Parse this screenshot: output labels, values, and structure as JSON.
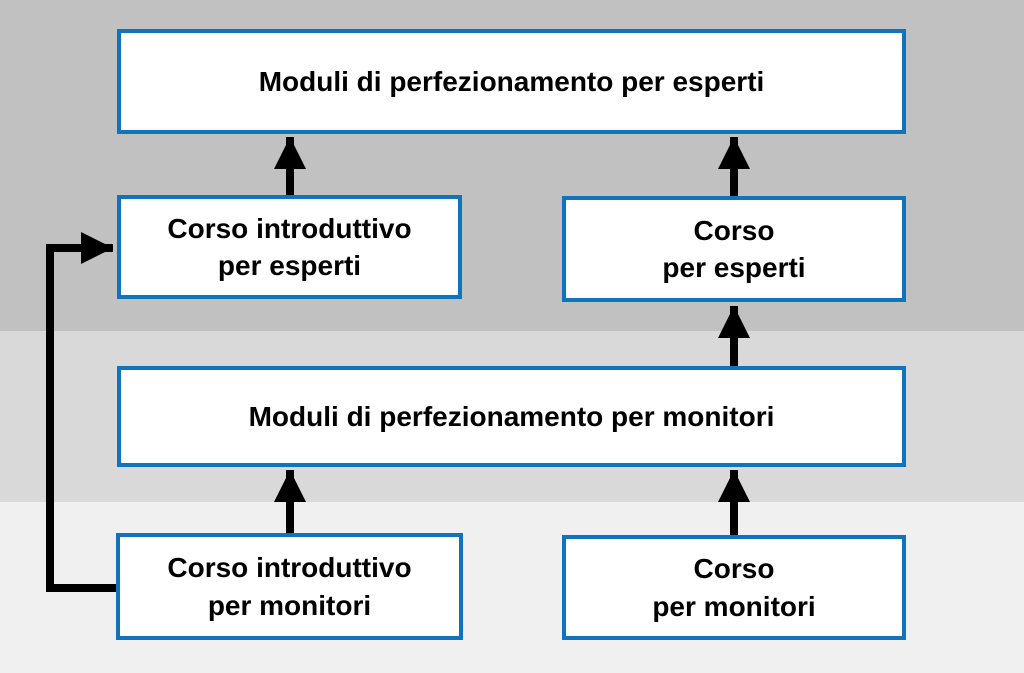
{
  "colors": {
    "band_top": "#c1c1c1",
    "band_middle": "#d9d9d9",
    "band_bottom": "#f0f0f0",
    "box_fill": "#ffffff",
    "box_border": "#1073bd",
    "arrow": "#000000",
    "text": "#000000"
  },
  "nodes": [
    {
      "id": "moduli-perfezionamento-esperti",
      "label": "Moduli di perfezionamento per esperti"
    },
    {
      "id": "corso-introduttivo-esperti",
      "label": "Corso introduttivo\nper esperti"
    },
    {
      "id": "corso-esperti",
      "label": "Corso\nper esperti"
    },
    {
      "id": "moduli-perfezionamento-monitori",
      "label": "Moduli di perfezionamento per monitori"
    },
    {
      "id": "corso-introduttivo-monitori",
      "label": "Corso introduttivo\nper monitori"
    },
    {
      "id": "corso-monitori",
      "label": "Corso\nper monitori"
    }
  ],
  "edges": [
    {
      "from": "corso-introduttivo-esperti",
      "to": "moduli-perfezionamento-esperti"
    },
    {
      "from": "corso-esperti",
      "to": "moduli-perfezionamento-esperti"
    },
    {
      "from": "moduli-perfezionamento-monitori",
      "to": "corso-esperti"
    },
    {
      "from": "corso-introduttivo-monitori",
      "to": "moduli-perfezionamento-monitori"
    },
    {
      "from": "corso-monitori",
      "to": "moduli-perfezionamento-monitori"
    },
    {
      "from": "corso-introduttivo-monitori",
      "to": "corso-introduttivo-esperti"
    }
  ]
}
